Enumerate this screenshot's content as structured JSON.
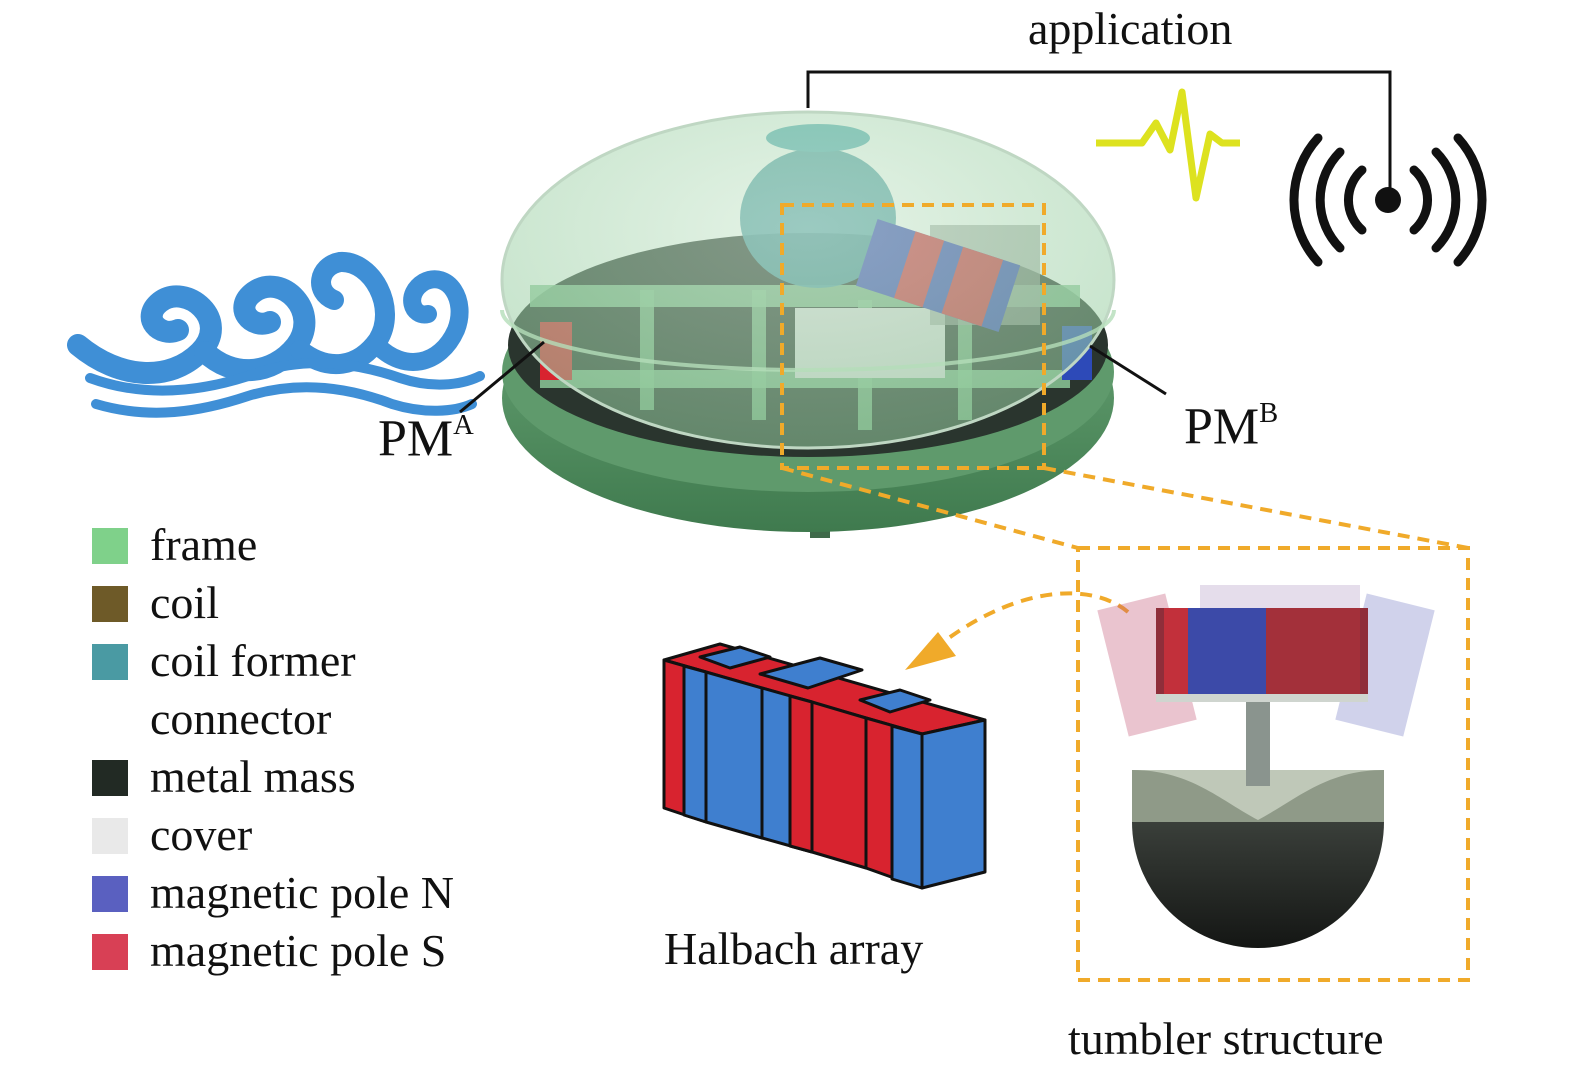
{
  "labels": {
    "application": "application",
    "pm_a_main": "PM",
    "pm_a_sup": "A",
    "pm_b_main": "PM",
    "pm_b_sup": "B",
    "halbach": "Halbach array",
    "tumbler": "tumbler structure"
  },
  "legend": [
    {
      "label": "frame",
      "color": "#7fd18a"
    },
    {
      "label": "coil",
      "color": "#6e5a28"
    },
    {
      "label": "coil former",
      "color": "#4a9aa3"
    },
    {
      "label": "connector",
      "color": "#ffffff"
    },
    {
      "label": "metal mass",
      "color": "#222a24"
    },
    {
      "label": "cover",
      "color": "#e9e9e9"
    },
    {
      "label": "magnetic pole N",
      "color": "#5a60c0"
    },
    {
      "label": "magnetic pole S",
      "color": "#d84055"
    }
  ],
  "icons": [
    "wave-icon",
    "signal-zigzag-icon",
    "wireless-broadcast-icon"
  ],
  "colors": {
    "frame": "#7fd18a",
    "pole_n": "#3f7fcf",
    "pole_s": "#e8232f",
    "highlight_box": "#f0aa2a",
    "wave": "#3f8fd6",
    "zigzag": "#dde21f"
  }
}
